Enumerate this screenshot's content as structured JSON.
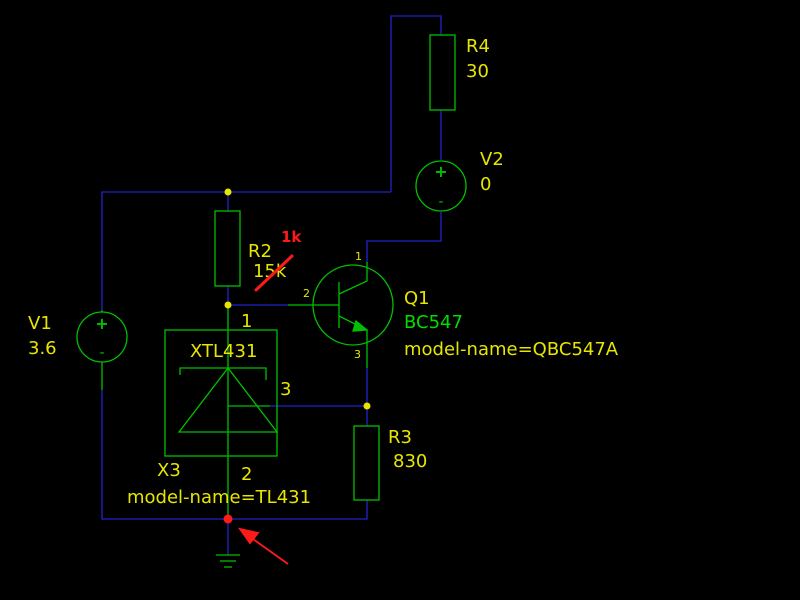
{
  "colors": {
    "background": "#000000",
    "wire": "#2222cc",
    "component": "#00c000",
    "label": "#e6e600",
    "model": "#00dd00",
    "junction": "#e6e600",
    "annotation": "#ff1a1a"
  },
  "components": {
    "v1": {
      "ref": "V1",
      "value": "3.6",
      "plus": "+",
      "minus": "-"
    },
    "v2": {
      "ref": "V2",
      "value": "0",
      "plus": "+",
      "minus": "-"
    },
    "r2": {
      "ref": "R2",
      "value": "15k",
      "correction": "1k"
    },
    "r3": {
      "ref": "R3",
      "value": "830"
    },
    "r4": {
      "ref": "R4",
      "value": "30"
    },
    "q1": {
      "ref": "Q1",
      "type": "BC547",
      "model": "model-name=QBC547A",
      "pin_collector": "1",
      "pin_base": "2",
      "pin_emitter": "3"
    },
    "x3": {
      "ref": "X3",
      "type": "XTL431",
      "model": "model-name=TL431",
      "pin_cathode": "1",
      "pin_anode": "2",
      "pin_ref": "3"
    }
  }
}
